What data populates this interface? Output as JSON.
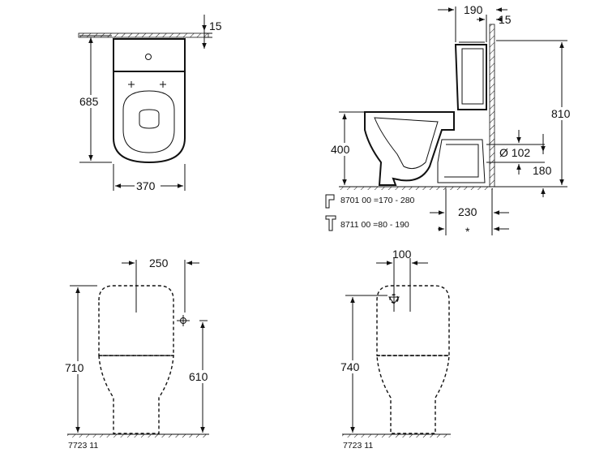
{
  "top_view": {
    "width_label": "370",
    "depth_label": "685",
    "offset_label": "15"
  },
  "side_view": {
    "top_offset_label": "190",
    "wall_gap_label": "15",
    "height_label": "810",
    "seat_height_label": "400",
    "pipe_diameter_label": "Ø 102",
    "pipe_height_label": "180",
    "outlet_distance_label": "230",
    "asterisk_label": "*",
    "fitting_1": "8701 00  =170 - 280",
    "fitting_2": "8711 00  =80 -  190"
  },
  "front_view_left": {
    "width_label": "250",
    "height_label": "710",
    "inlet_height_label": "610",
    "article_number": "7723 11"
  },
  "front_view_right": {
    "width_label": "100",
    "height_label": "740",
    "article_number": "7723 11"
  }
}
